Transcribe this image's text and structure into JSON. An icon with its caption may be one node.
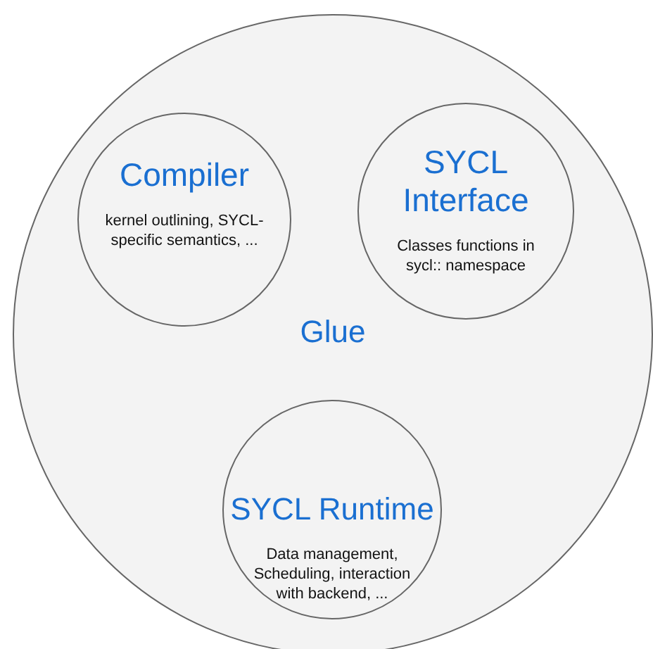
{
  "diagram": {
    "nodes": [
      {
        "text": [
          "Glue"
        ]
      },
      {
        "text": [
          "Compiler",
          "kernel outlining, SYCL-specific semantics, ..."
        ],
        "in": 0
      },
      {
        "text": [
          "SYCL Interface",
          "Classes functions in sycl:: namespace"
        ],
        "in": 0
      },
      {
        "text": [
          "SYCL Runtime",
          "Data management, Scheduling, interaction with backend, ..."
        ],
        "in": 0
      }
    ]
  }
}
